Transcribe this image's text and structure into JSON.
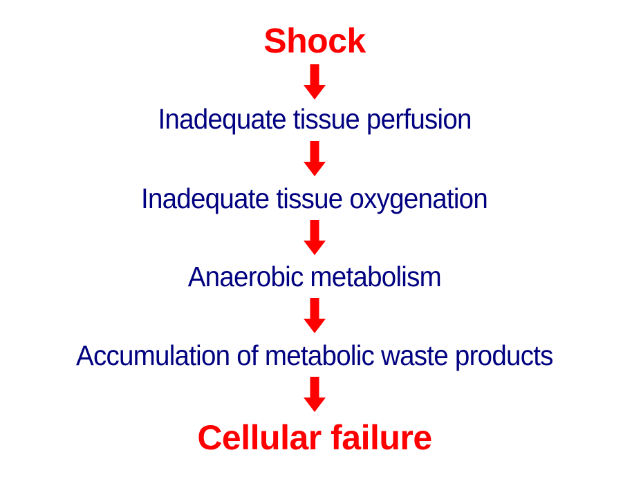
{
  "diagram": {
    "title": "Shock",
    "type": "vertical-flowchart",
    "background_color": "#ffffff",
    "emphasis_color": "#ff0000",
    "step_color": "#000080",
    "arrow_color": "#ff0000",
    "nodes": [
      {
        "id": "shock",
        "label": "Shock",
        "style": "emphasis"
      },
      {
        "id": "perfusion",
        "label": "Inadequate tissue perfusion",
        "style": "step"
      },
      {
        "id": "oxygenation",
        "label": "Inadequate tissue oxygenation",
        "style": "step"
      },
      {
        "id": "anaerobic",
        "label": "Anaerobic metabolism",
        "style": "step"
      },
      {
        "id": "waste",
        "label": "Accumulation of metabolic waste products",
        "style": "step"
      },
      {
        "id": "cell-failure",
        "label": "Cellular failure",
        "style": "emphasis"
      }
    ],
    "arrows": [
      {
        "id": "arrow-1",
        "from": "shock",
        "to": "perfusion",
        "icon": "down-arrow-icon"
      },
      {
        "id": "arrow-2",
        "from": "perfusion",
        "to": "oxygenation",
        "icon": "down-arrow-icon"
      },
      {
        "id": "arrow-3",
        "from": "oxygenation",
        "to": "anaerobic",
        "icon": "down-arrow-icon"
      },
      {
        "id": "arrow-4",
        "from": "anaerobic",
        "to": "waste",
        "icon": "down-arrow-icon"
      },
      {
        "id": "arrow-5",
        "from": "waste",
        "to": "cell-failure",
        "icon": "down-arrow-icon"
      }
    ]
  }
}
